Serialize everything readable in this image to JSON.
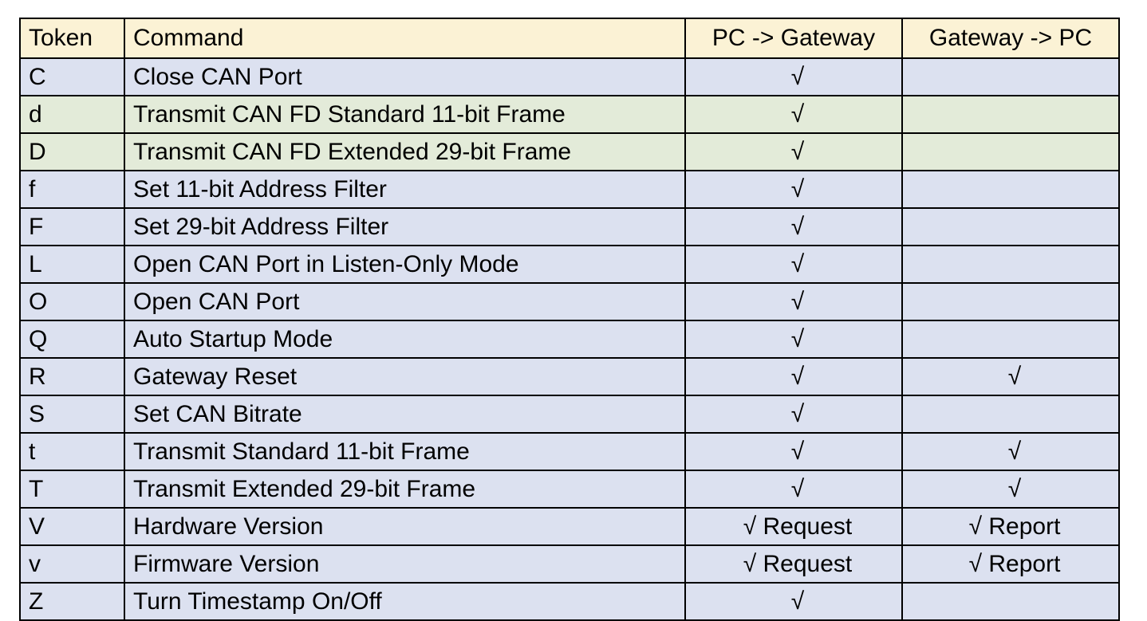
{
  "table": {
    "headers": {
      "token": "Token",
      "command": "Command",
      "pc_to_gateway": "PC -> Gateway",
      "gateway_to_pc": "Gateway -> PC"
    },
    "colors": {
      "header_bg": "#fbf2d5",
      "row_blue_bg": "#dce1f0",
      "row_green_bg": "#e3ebd9",
      "border": "#000000",
      "text": "#000000"
    },
    "check_glyph": "√",
    "rows": [
      {
        "token": "C",
        "command": "Close CAN Port",
        "pc_to_gateway": "√",
        "gateway_to_pc": "",
        "tint": "blue"
      },
      {
        "token": "d",
        "command": "Transmit CAN FD Standard 11-bit Frame",
        "pc_to_gateway": "√",
        "gateway_to_pc": "",
        "tint": "green"
      },
      {
        "token": "D",
        "command": "Transmit CAN FD Extended 29-bit Frame",
        "pc_to_gateway": "√",
        "gateway_to_pc": "",
        "tint": "green"
      },
      {
        "token": "f",
        "command": "Set 11-bit Address Filter",
        "pc_to_gateway": "√",
        "gateway_to_pc": "",
        "tint": "blue"
      },
      {
        "token": "F",
        "command": "Set 29-bit Address Filter",
        "pc_to_gateway": "√",
        "gateway_to_pc": "",
        "tint": "blue"
      },
      {
        "token": "L",
        "command": "Open CAN Port in Listen-Only Mode",
        "pc_to_gateway": "√",
        "gateway_to_pc": "",
        "tint": "blue"
      },
      {
        "token": "O",
        "command": "Open CAN Port",
        "pc_to_gateway": "√",
        "gateway_to_pc": "",
        "tint": "blue"
      },
      {
        "token": "Q",
        "command": "Auto Startup Mode",
        "pc_to_gateway": "√",
        "gateway_to_pc": "",
        "tint": "blue"
      },
      {
        "token": "R",
        "command": "Gateway Reset",
        "pc_to_gateway": "√",
        "gateway_to_pc": "√",
        "tint": "blue"
      },
      {
        "token": "S",
        "command": "Set CAN Bitrate",
        "pc_to_gateway": "√",
        "gateway_to_pc": "",
        "tint": "blue"
      },
      {
        "token": "t",
        "command": "Transmit Standard 11-bit Frame",
        "pc_to_gateway": "√",
        "gateway_to_pc": "√",
        "tint": "blue"
      },
      {
        "token": "T",
        "command": "Transmit Extended 29-bit Frame",
        "pc_to_gateway": "√",
        "gateway_to_pc": "√",
        "tint": "blue"
      },
      {
        "token": "V",
        "command": "Hardware Version",
        "pc_to_gateway": "√ Request",
        "gateway_to_pc": "√ Report",
        "tint": "blue"
      },
      {
        "token": "v",
        "command": "Firmware Version",
        "pc_to_gateway": "√ Request",
        "gateway_to_pc": "√ Report",
        "tint": "blue"
      },
      {
        "token": "Z",
        "command": "Turn Timestamp On/Off",
        "pc_to_gateway": "√",
        "gateway_to_pc": "",
        "tint": "blue"
      }
    ]
  }
}
